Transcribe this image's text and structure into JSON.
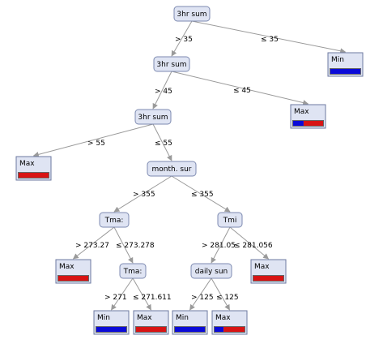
{
  "tree": {
    "split_nodes": [
      {
        "id": "n1",
        "label": "3hr sum"
      },
      {
        "id": "n2",
        "label": "3hr sum"
      },
      {
        "id": "n3",
        "label": "3hr sum"
      },
      {
        "id": "n4",
        "label": "month. sur"
      },
      {
        "id": "n5",
        "label": "Tma:"
      },
      {
        "id": "n6",
        "label": "Tmi"
      },
      {
        "id": "n7",
        "label": "Tma:"
      },
      {
        "id": "n8",
        "label": "daily sun"
      }
    ],
    "leaf_nodes": [
      {
        "id": "l1",
        "label": "Min",
        "distribution": [
          {
            "color": "#0a0ad8",
            "fraction": 1.0
          }
        ]
      },
      {
        "id": "l2",
        "label": "Max",
        "distribution": [
          {
            "color": "#0a0ad8",
            "fraction": 0.35
          },
          {
            "color": "#d81414",
            "fraction": 0.65
          }
        ]
      },
      {
        "id": "l3",
        "label": "Max",
        "distribution": [
          {
            "color": "#d81414",
            "fraction": 1.0
          }
        ]
      },
      {
        "id": "l4",
        "label": "Max",
        "distribution": [
          {
            "color": "#d81414",
            "fraction": 1.0
          }
        ]
      },
      {
        "id": "l5",
        "label": "Max",
        "distribution": [
          {
            "color": "#d81414",
            "fraction": 1.0
          }
        ]
      },
      {
        "id": "l6",
        "label": "Min",
        "distribution": [
          {
            "color": "#0a0ad8",
            "fraction": 1.0
          }
        ]
      },
      {
        "id": "l7",
        "label": "Max",
        "distribution": [
          {
            "color": "#d81414",
            "fraction": 1.0
          }
        ]
      },
      {
        "id": "l8",
        "label": "Min",
        "distribution": [
          {
            "color": "#0a0ad8",
            "fraction": 1.0
          }
        ]
      },
      {
        "id": "l9",
        "label": "Max",
        "distribution": [
          {
            "color": "#0a0ad8",
            "fraction": 0.3
          },
          {
            "color": "#d81414",
            "fraction": 0.7
          }
        ]
      }
    ],
    "edges": [
      {
        "from": "n1",
        "to": "n2",
        "label": "> 35"
      },
      {
        "from": "n1",
        "to": "l1",
        "label": "≤ 35"
      },
      {
        "from": "n2",
        "to": "n3",
        "label": "> 45"
      },
      {
        "from": "n2",
        "to": "l2",
        "label": "≤ 45"
      },
      {
        "from": "n3",
        "to": "l3",
        "label": "> 55"
      },
      {
        "from": "n3",
        "to": "n4",
        "label": "≤ 55"
      },
      {
        "from": "n4",
        "to": "n5",
        "label": "> 355"
      },
      {
        "from": "n4",
        "to": "n6",
        "label": "≤ 355"
      },
      {
        "from": "n5",
        "to": "l4",
        "label": "> 273.27"
      },
      {
        "from": "n5",
        "to": "n7",
        "label": "≤ 273.278"
      },
      {
        "from": "n6",
        "to": "n8",
        "label": "> 281.05"
      },
      {
        "from": "n6",
        "to": "l5",
        "label": "≤ 281.056"
      },
      {
        "from": "n7",
        "to": "l6",
        "label": "> 271"
      },
      {
        "from": "n7",
        "to": "l7",
        "label": "≤ 271.611"
      },
      {
        "from": "n8",
        "to": "l8",
        "label": "> 125"
      },
      {
        "from": "n8",
        "to": "l9",
        "label": "≤ 125"
      }
    ]
  }
}
